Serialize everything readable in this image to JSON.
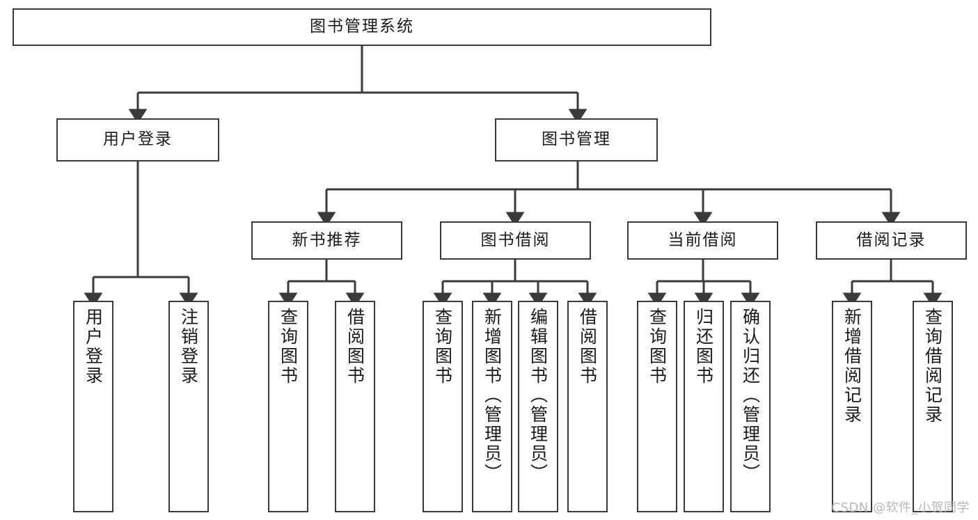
{
  "diagram": {
    "type": "tree-hierarchy",
    "title": "图书管理系统",
    "orientation": "top-down",
    "colors": {
      "box_border": "#3a3a3a",
      "box_fill": "#ffffff",
      "connector": "#3a3a3a",
      "text": "#1a1a1a",
      "watermark": "#b9b9b9",
      "background": "#ffffff"
    },
    "root": {
      "label": "图书管理系统"
    },
    "level2": [
      {
        "label": "用户登录"
      },
      {
        "label": "图书管理"
      }
    ],
    "level3": [
      {
        "label": "新书推荐"
      },
      {
        "label": "图书借阅"
      },
      {
        "label": "当前借阅"
      },
      {
        "label": "借阅记录"
      }
    ],
    "leaves": {
      "user_login": [
        {
          "label": "用户登录"
        },
        {
          "label": "注销登录"
        }
      ],
      "new_book_recommend": [
        {
          "label": "查询图书"
        },
        {
          "label": "借阅图书"
        }
      ],
      "book_borrow": [
        {
          "label": "查询图书"
        },
        {
          "label": "新增图书（管理员）"
        },
        {
          "label": "编辑图书（管理员）"
        },
        {
          "label": "借阅图书"
        }
      ],
      "current_borrow": [
        {
          "label": "查询图书"
        },
        {
          "label": "归还图书"
        },
        {
          "label": "确认归还（管理员）"
        }
      ],
      "borrow_record": [
        {
          "label": "新增借阅记录"
        },
        {
          "label": "查询借阅记录"
        }
      ]
    }
  },
  "watermark": {
    "text": "CSDN @软件_小贺同学"
  }
}
